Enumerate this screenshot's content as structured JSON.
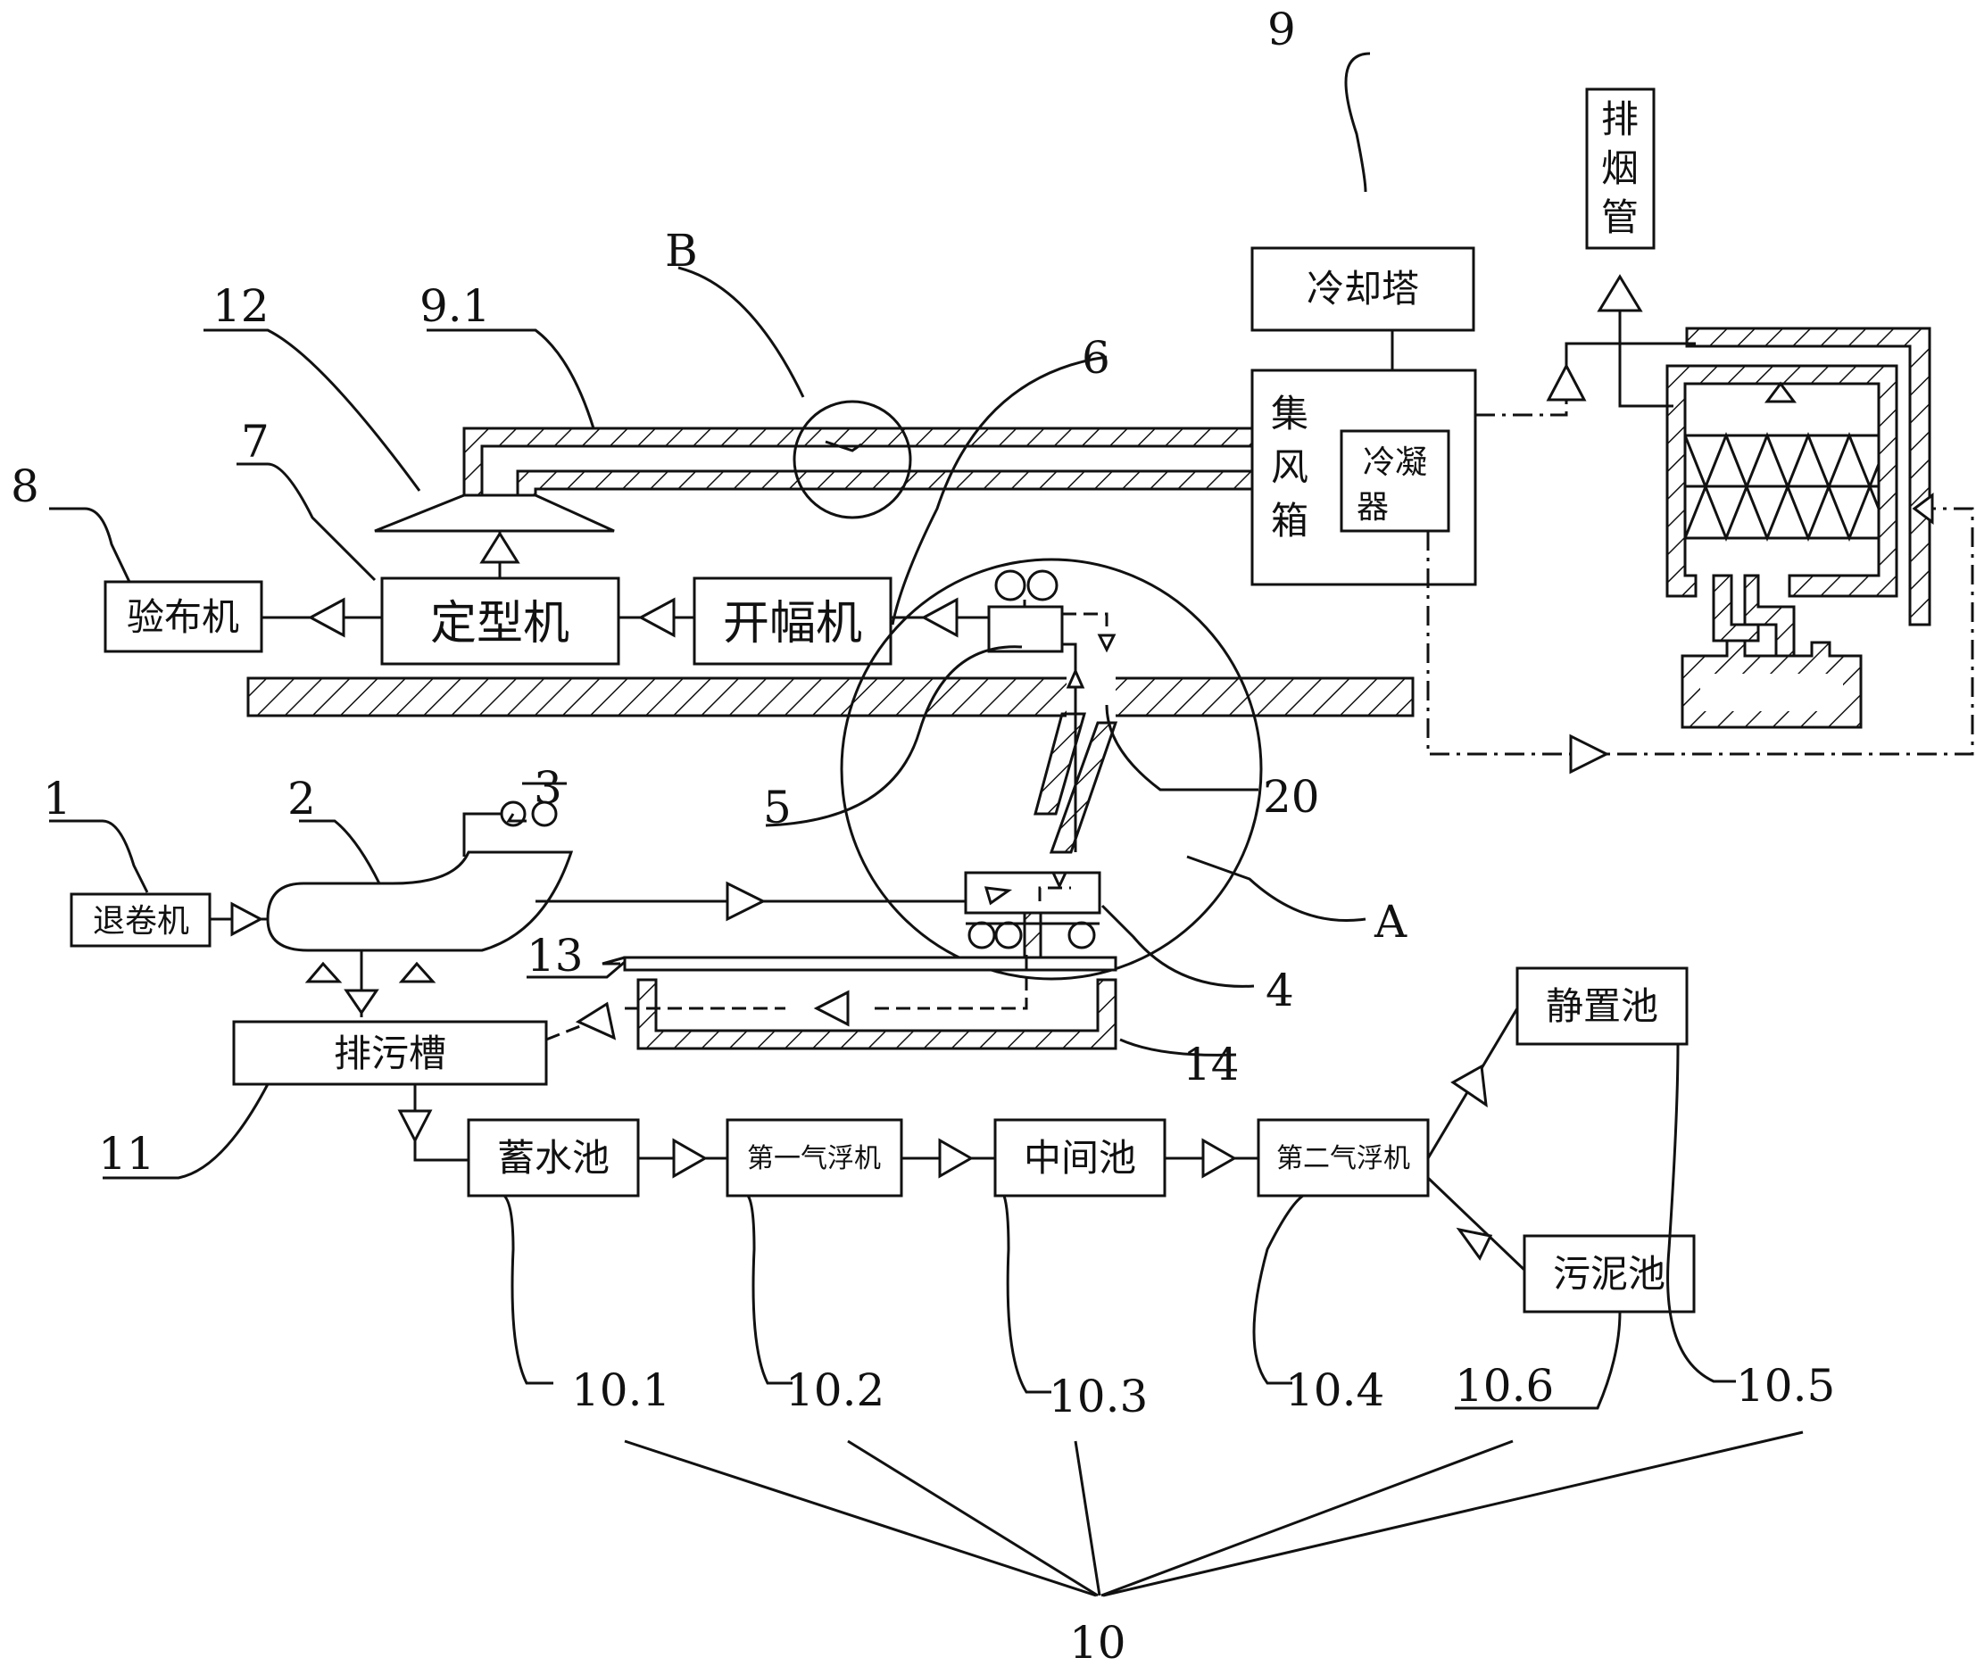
{
  "boxes": {
    "unwinder": "退卷机",
    "fabric_inspector": "验布机",
    "setting_machine": "定型机",
    "opener": "开幅机",
    "cooling_tower": "冷却塔",
    "air_box": "集风箱",
    "condenser": "冷凝器",
    "chimney": "排烟管",
    "sewage_trough": "排污槽",
    "reservoir": "蓄水池",
    "flotation_1": "第一气浮机",
    "middle_pool": "中间池",
    "flotation_2": "第二气浮机",
    "settling_pool": "静置池",
    "sludge_pool": "污泥池"
  },
  "labels": {
    "l1": "1",
    "l2": "2",
    "l3": "3",
    "l4": "4",
    "l5": "5",
    "l6": "6",
    "l7": "7",
    "l8": "8",
    "l9": "9",
    "l9_1": "9.1",
    "l10": "10",
    "l10_1": "10.1",
    "l10_2": "10.2",
    "l10_3": "10.3",
    "l10_4": "10.4",
    "l10_5": "10.5",
    "l10_6": "10.6",
    "l11": "11",
    "l12": "12",
    "l13": "13",
    "l14": "14",
    "l20": "20",
    "lA": "A",
    "lB": "B"
  }
}
